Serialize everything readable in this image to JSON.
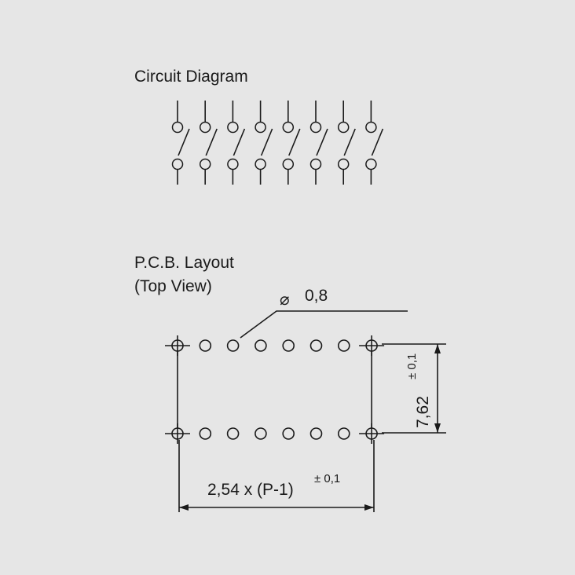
{
  "circuit": {
    "title": "Circuit Diagram",
    "switch_count": 8
  },
  "pcb": {
    "title_line1": "P.C.B. Layout",
    "title_line2": "(Top View)",
    "hole_symbol": "⌀",
    "hole_diameter": "0,8",
    "row_spacing": "7,62",
    "row_spacing_tolerance": "± 0,1",
    "length_formula": "2,54 x (P-1)",
    "length_tolerance": "± 0,1",
    "pins_per_row": 8
  },
  "colors": {
    "background": "#e6e6e6",
    "ink": "#1a1a1a"
  }
}
